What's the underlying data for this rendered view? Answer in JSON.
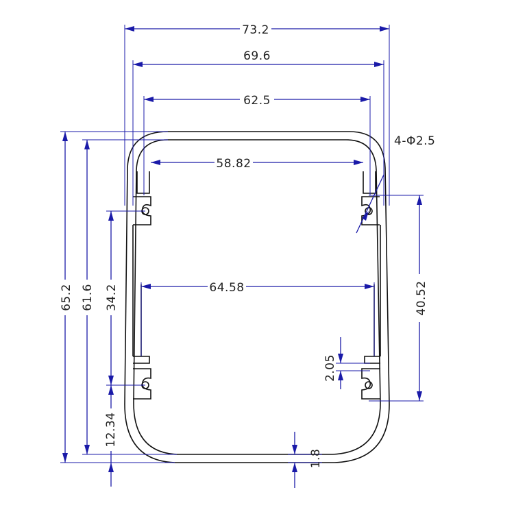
{
  "drawing": {
    "dimensions": {
      "overall_width": "73.2",
      "inner_width": "69.6",
      "slot_span_top": "62.5",
      "inner_top_width": "58.82",
      "mid_width": "64.58",
      "overall_height": "65.2",
      "inner_height": "61.6",
      "slot_height_left": "34.2",
      "slot_height_right": "40.52",
      "slot_offset_bottom": "12.34",
      "wall_thickness": "1.8",
      "slot_gap": "2.05",
      "hole_spec": "4-Φ2.5"
    },
    "colors": {
      "outline": "#111111",
      "dimension": "#1a1aa8",
      "text": "#222222"
    }
  }
}
